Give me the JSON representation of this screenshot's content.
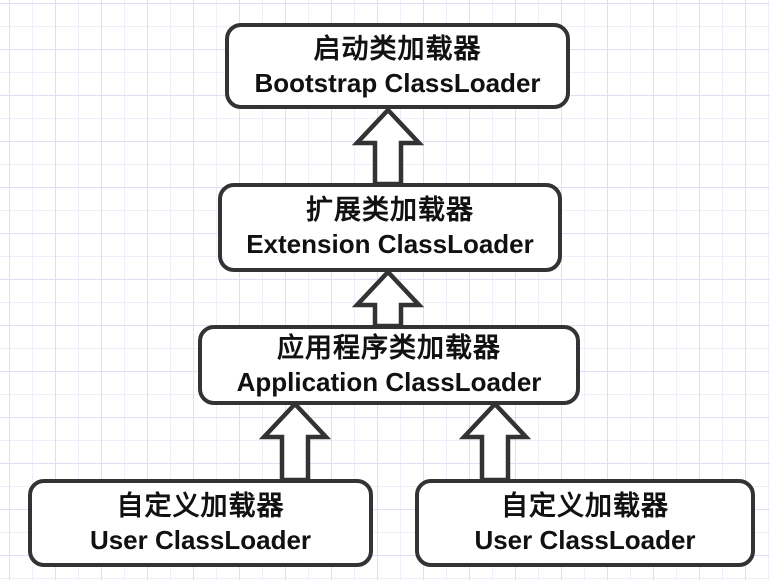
{
  "diagram": {
    "description": "Java ClassLoader hierarchy diagram",
    "nodes": [
      {
        "id": "bootstrap",
        "zh": "启动类加载器",
        "en": "Bootstrap ClassLoader"
      },
      {
        "id": "extension",
        "zh": "扩展类加载器",
        "en": "Extension ClassLoader"
      },
      {
        "id": "application",
        "zh": "应用程序类加载器",
        "en": "Application ClassLoader"
      },
      {
        "id": "user-left",
        "zh": "自定义加载器",
        "en": "User ClassLoader"
      },
      {
        "id": "user-right",
        "zh": "自定义加载器",
        "en": "User ClassLoader"
      }
    ],
    "edges": [
      {
        "from": "extension",
        "to": "bootstrap",
        "direction": "up"
      },
      {
        "from": "application",
        "to": "extension",
        "direction": "up"
      },
      {
        "from": "user-left",
        "to": "application",
        "direction": "up"
      },
      {
        "from": "user-right",
        "to": "application",
        "direction": "up"
      }
    ],
    "colors": {
      "node_border": "#333333",
      "node_fill": "#ffffff",
      "arrow_outline": "#333333",
      "arrow_fill": "#ffffff",
      "grid_major": "#e3dcf4",
      "grid_minor": "#f1edfa",
      "background": "#ffffff",
      "text": "#111111"
    }
  }
}
